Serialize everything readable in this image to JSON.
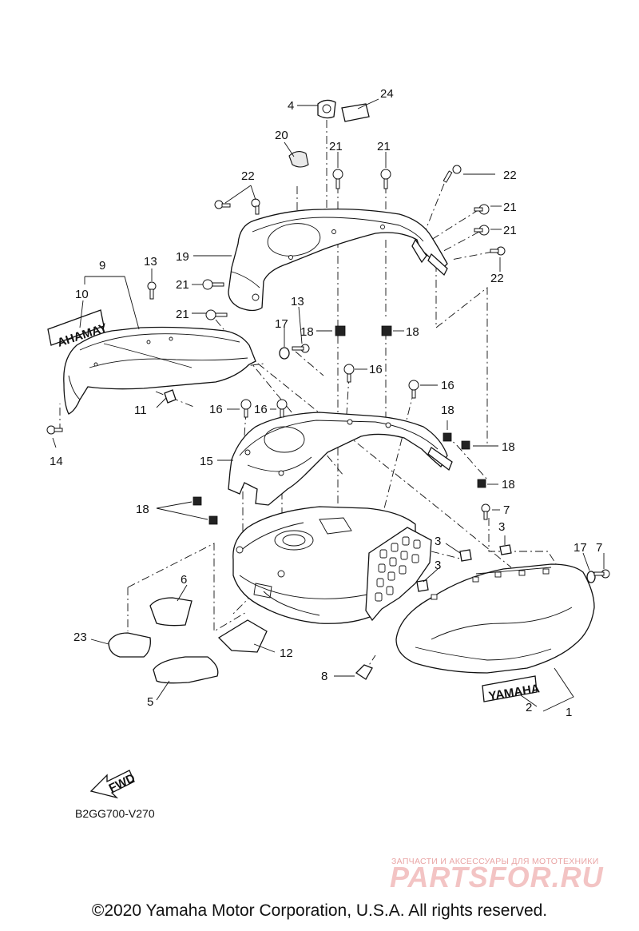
{
  "diagram_code": "B2GG700-V270",
  "copyright": "©2020 Yamaha Motor Corporation, U.S.A. All rights reserved.",
  "watermark": {
    "tagline": "ЗАПЧАСТИ И АКСЕССУАРЫ ДЛЯ МОТОТЕХНИКИ",
    "logo_text": "PARTSFOR.RU"
  },
  "decals": {
    "left_emblem": "AHAMAY",
    "right_emblem": "YAMAHA",
    "fwd_arrow": "FWD"
  },
  "callouts": [
    "1",
    "2",
    "3",
    "3",
    "3",
    "4",
    "5",
    "6",
    "7",
    "7",
    "8",
    "9",
    "10",
    "11",
    "12",
    "13",
    "13",
    "14",
    "15",
    "16",
    "16",
    "16",
    "16",
    "17",
    "17",
    "18",
    "18",
    "18",
    "18",
    "18",
    "18",
    "19",
    "20",
    "21",
    "21",
    "21",
    "21",
    "21",
    "21",
    "22",
    "22",
    "22",
    "23",
    "24"
  ],
  "colors": {
    "ink": "#111111",
    "watermark": "#e9a5a5",
    "background": "#ffffff"
  }
}
